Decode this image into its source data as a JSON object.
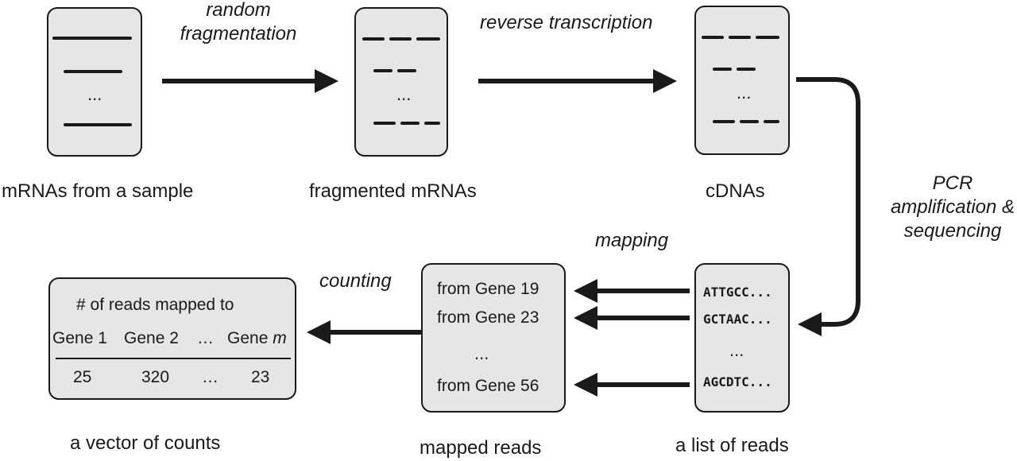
{
  "nodes": {
    "mrna": {
      "caption": "mRNAs from a sample",
      "ellipsis": "..."
    },
    "fragmented": {
      "caption": "fragmented mRNAs",
      "ellipsis": "..."
    },
    "cdna": {
      "caption": "cDNAs",
      "ellipsis": "..."
    },
    "reads": {
      "caption": "a list of reads",
      "sequences": [
        "ATTGCC...",
        "GCTAAC...",
        "AGCDTC..."
      ],
      "ellipsis": "..."
    },
    "mapped": {
      "caption": "mapped reads",
      "rows": [
        "from Gene 19",
        "from Gene 23",
        "from Gene 56"
      ],
      "ellipsis": "..."
    },
    "vector": {
      "caption": "a vector of counts",
      "header": "# of reads mapped to",
      "columns": [
        "Gene 1",
        "Gene 2",
        "…",
        "Gene"
      ],
      "last_column_var": "m",
      "counts": [
        "25",
        "320",
        "…",
        "23"
      ]
    }
  },
  "steps": {
    "random_fragmentation": [
      "random",
      "fragmentation"
    ],
    "reverse_transcription": "reverse transcription",
    "pcr": [
      "PCR",
      "amplification &",
      "sequencing"
    ],
    "mapping": "mapping",
    "counting": "counting"
  },
  "colors": {
    "box_fill": "#e6e6e6",
    "stroke": "#1a1a1a"
  }
}
